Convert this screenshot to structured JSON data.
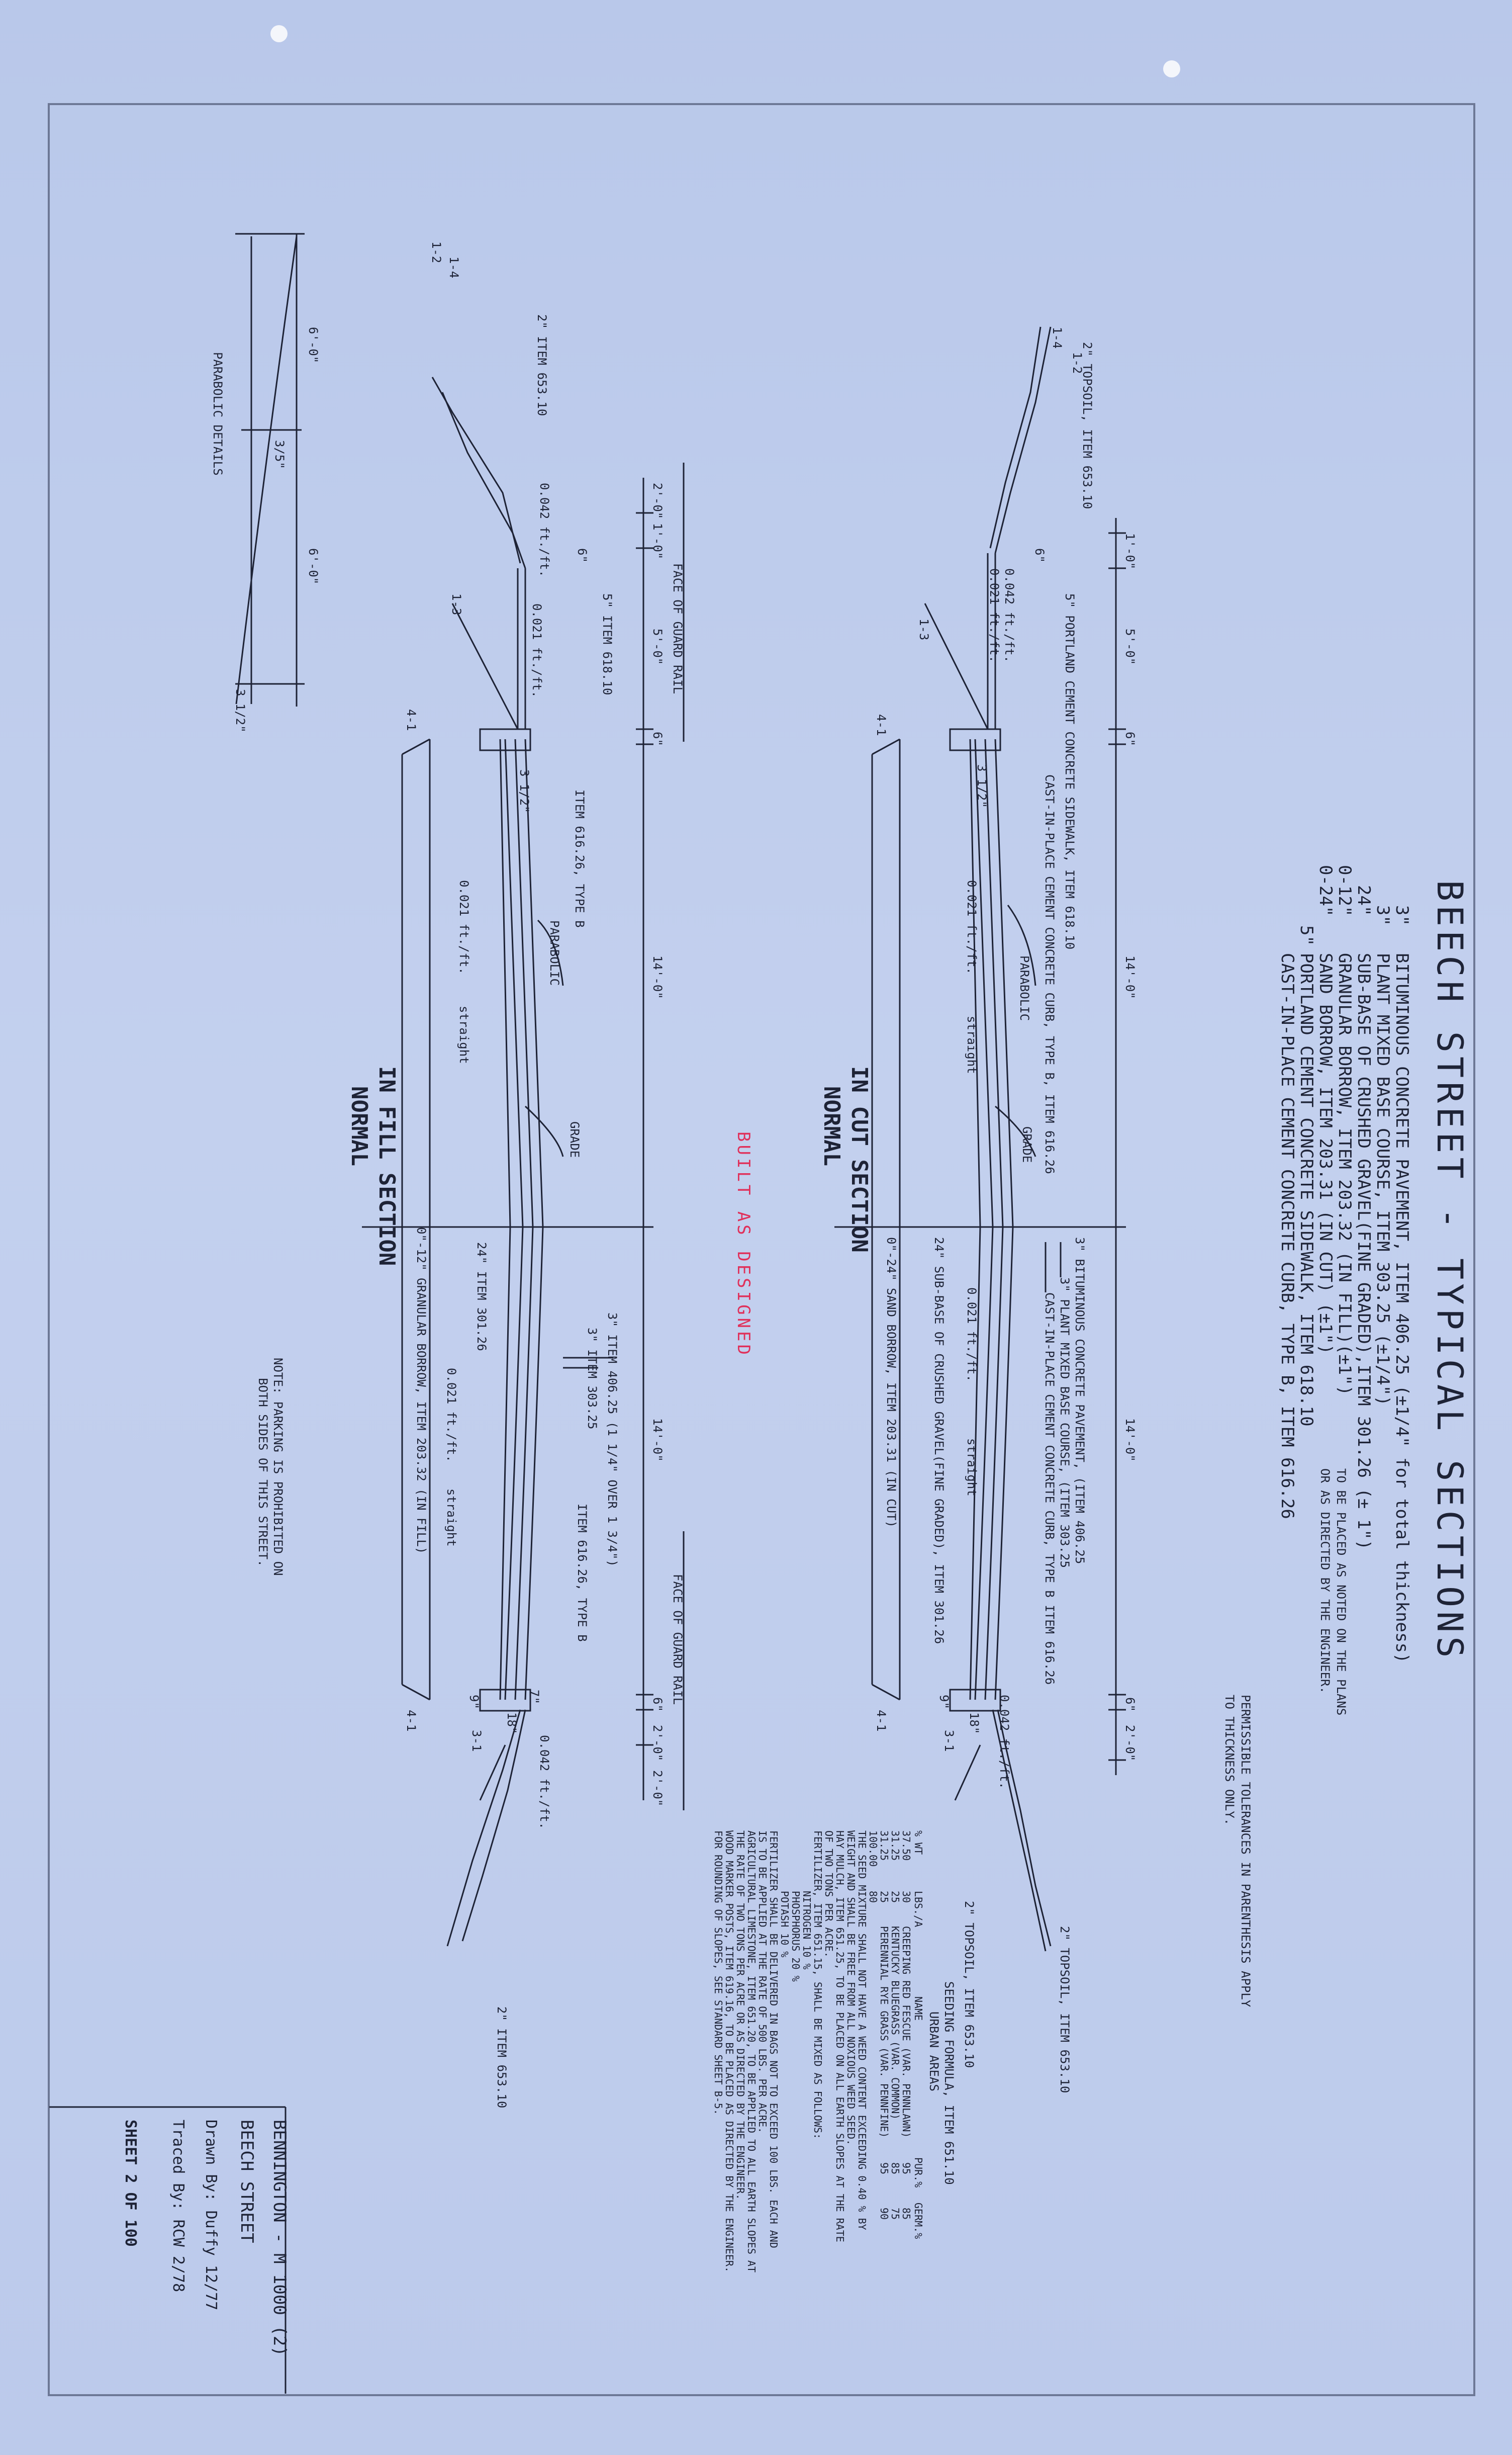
{
  "title": {
    "heading": "BEECH STREET - TYPICAL SECTIONS",
    "materials": [
      {
        "thk": "3\"",
        "text": "BITUMINOUS CONCRETE PAVEMENT, ITEM 406.25 (±1/4\" for total thickness)"
      },
      {
        "thk": "3\"",
        "text": "PLANT MIXED BASE COURSE, ITEM 303.25 (±1/4\")"
      },
      {
        "thk": "24\"",
        "text": "SUB-BASE OF CRUSHED GRAVEL(FINE GRADED),ITEM 301.26 (± 1\")"
      },
      {
        "thk": "0-12\"",
        "text": "GRANULAR BORROW, ITEM 203.32 (IN FILL)(±1\")"
      },
      {
        "thk": "0-24\"",
        "text": "SAND BORROW, ITEM 203.31 (IN CUT) (±1\")"
      },
      {
        "thk": "5\"",
        "text": "PORTLAND CEMENT CONCRETE SIDEWALK, ITEM 618.10"
      },
      {
        "thk": "",
        "text": "CAST-IN-PLACE CEMENT CONCRETE CURB, TYPE B, ITEM 616.26"
      }
    ],
    "placed_note_1": "TO BE PLACED AS NOTED ON THE PLANS",
    "placed_note_2": "OR AS DIRECTED BY THE ENGINEER.",
    "tolerance_1": "PERMISSIBLE TOLERANCES IN PARENTHESIS APPLY",
    "tolerance_2": "TO THICKNESS ONLY."
  },
  "stamp": "BUILT AS DESIGNED",
  "cut_section": {
    "label_1": "NORMAL",
    "label_2": "IN CUT SECTION",
    "dims": [
      "1'-0\"",
      "6\"",
      "5'-0\"",
      "6\"",
      "14'-0\"",
      "14'-0\"",
      "6\"",
      "2'-0\"",
      "9\"",
      "18\""
    ],
    "labels": {
      "topsoil": "2\" TOPSOIL, ITEM 653.10",
      "topsoil_right": "2\" TOPSOIL, ITEM 653.10",
      "sidewalk": "5\" PORTLAND CEMENT CONCRETE SIDEWALK, ITEM 618.10",
      "curb": "CAST-IN-PLACE CEMENT CONCRETE CURB, TYPE B, ITEM 616.26",
      "parabolic": "PARABOLIC",
      "grade": "GRADE",
      "slope_left": "0.021 ft./ft.",
      "straight_left": "straight",
      "slope_right": "0.021 ft./ft.",
      "straight_right": "straight",
      "walk_slope_1": "0.042 ft./ft.",
      "walk_slope_2": "0.021 ft./ft.",
      "right_slope": "0.042 ft./ft.",
      "rise": "3 1/2\"",
      "bit": "3\" BITUMINOUS CONCRETE PAVEMENT, (ITEM 406.25",
      "pmb": "3\" PLANT MIXED BASE COURSE, (ITEM 303.25",
      "curb_right": "CAST-IN-PLACE CEMENT CONCRETE CURB, TYPE B ITEM 616.26",
      "subbase": "24\" SUB-BASE OF CRUSHED GRAVEL(FINE GRADED), ITEM 301.26",
      "sand": "0\"-24\" SAND BORROW, ITEM 203.31 (IN CUT)",
      "slope_14": "1-4",
      "slope_12": "1-2",
      "slope_13": "1-3",
      "slope_41": "4-1",
      "slope_31": "3-1",
      "slope_41b": "4-1"
    }
  },
  "fill_section": {
    "label_1": "NORMAL",
    "label_2": "IN FILL SECTION",
    "guard_rail_left": "FACE OF GUARD RAIL",
    "guard_rail_right": "FACE OF GUARD RAIL",
    "dims": [
      "2'-0\"",
      "1'-0\"",
      "6\"",
      "5'-0\"",
      "6\"",
      "14'-0\"",
      "14'-0\"",
      "6\"",
      "2'-0\"",
      "2'-0\"",
      "9\"",
      "18\"",
      "7\""
    ],
    "labels": {
      "topsoil": "2\" ITEM 653.10",
      "topsoil_right": "2\" ITEM 653.10",
      "sidewalk": "5\" ITEM 618.10",
      "curb": "ITEM 616.26, TYPE B",
      "curb_right": "ITEM 616.26, TYPE B",
      "parabolic": "PARABOLIC",
      "grade": "GRADE",
      "bit": "3\" ITEM 406.25 (1 1/4\" OVER 1 3/4\")",
      "pmb": "3\" ITEM 303.25",
      "subbase": "24\" ITEM 301.26",
      "granular": "0\"-12\" GRANULAR BORROW, ITEM 203.32 (IN FILL)",
      "slope_left": "0.021 ft./ft.",
      "straight_left": "straight",
      "slope_right": "0.021 ft./ft.",
      "straight_right": "straight",
      "walk_slope": "0.042 ft./ft.",
      "walk_slope_2": "0.021 ft./ft.",
      "right_slope": "0.042 ft./ft.",
      "rise": "3 1/2\"",
      "slope_14": "1-4",
      "slope_12": "1-2",
      "slope_13": "1-3",
      "slope_41": "4-1",
      "slope_31": "3-1",
      "slope_41b": "4-1"
    },
    "note_1": "NOTE: PARKING IS PROHIBITED ON",
    "note_2": "BOTH SIDES OF THIS STREET."
  },
  "parabolic_details": {
    "label": "PARABOLIC DETAILS",
    "dim_left": "6'-0\"",
    "dim_right": "6'-0\"",
    "mid": "3/5\"",
    "end": "3 1/2\""
  },
  "seeding": {
    "topsoil": "2\" TOPSOIL, ITEM 653.10",
    "title": "SEEDING FORMULA, ITEM 651.10",
    "subtitle": "URBAN AREAS",
    "headers": [
      "% WT",
      "LBS./A",
      "NAME",
      "PUR.%",
      "GERM.%"
    ],
    "rows": [
      [
        "37.50",
        "30",
        "CREEPING RED FESCUE (VAR. PENNLAWN)",
        "95",
        "85"
      ],
      [
        "31.25",
        "25",
        "KENTUCKY BLUEGRASS (VAR. COMMON)",
        "85",
        "75"
      ],
      [
        "31.25",
        "25",
        "PERENNIAL RYE GRASS (VAR. PENNFINE)",
        "95",
        "90"
      ],
      [
        "100.00",
        "80",
        "",
        "",
        " "
      ]
    ],
    "paragraphs": [
      "THE SEED MIXTURE SHALL NOT HAVE A WEED CONTENT EXCEEDING 0.40 % BY",
      "WEIGHT AND SHALL BE FREE FROM ALL NOXIOUS WEED SEED.",
      "HAY MULCH, ITEM 651.25, TO BE PLACED ON ALL EARTH SLOPES AT THE RATE",
      "OF TWO TONS PER ACRE.",
      "FERTILIZER, ITEM 651.15, SHALL BE MIXED AS FOLLOWS:",
      "NITROGEN 10 %",
      "PHOSPHORUS 20 %",
      "POTASH 10 %",
      "FERTILIZER SHALL BE DELIVERED IN BAGS NOT TO EXCEED 100 LBS. EACH AND",
      "IS TO BE APPLIED AT THE RATE OF 500 LBS. PER ACRE.",
      "AGRICULTURAL LIMESTONE, ITEM 651.20, TO BE APPLIED TO ALL EARTH SLOPES AT",
      "THE RATE OF TWO TONS PER ACRE OR AS DIRECTED BY THE ENGINEER.",
      "WOOD MARKER POSTS, ITEM 619.16, TO BE PLACED AS DIRECTED BY THE ENGINEER.",
      "FOR ROUNDING OF SLOPES, SEE STANDARD SHEET B-5."
    ]
  },
  "title_block": {
    "project": "BENNINGTON - M 1000 (2)",
    "street": "BEECH STREET",
    "drawn": "Drawn By: Duffy   12/77",
    "traced": "Traced By: RCW   2/78",
    "sheet": "SHEET 2 OF 100"
  },
  "colors": {
    "paper": "#bccaeb",
    "ink": "#1e2336",
    "stamp": "#e0305a"
  }
}
